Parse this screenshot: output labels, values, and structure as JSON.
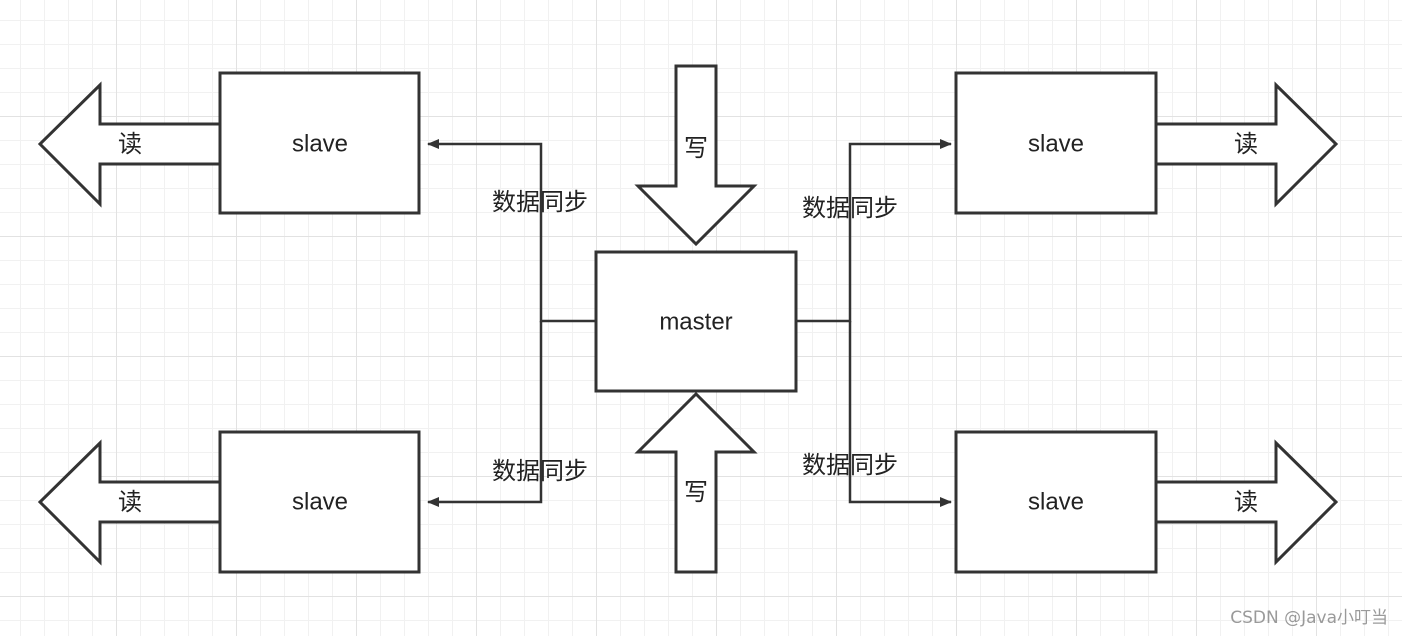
{
  "nodes": {
    "master": "master",
    "slave_top_left": "slave",
    "slave_bottom_left": "slave",
    "slave_top_right": "slave",
    "slave_bottom_right": "slave"
  },
  "edge_labels": {
    "sync_top_left": "数据同步",
    "sync_bottom_left": "数据同步",
    "sync_top_right": "数据同步",
    "sync_bottom_right": "数据同步"
  },
  "arrow_labels": {
    "read_top_left": "读",
    "read_bottom_left": "读",
    "read_top_right": "读",
    "read_bottom_right": "读",
    "write_top": "写",
    "write_bottom": "写"
  },
  "watermark": "CSDN @Java小叮当",
  "colors": {
    "stroke": "#333333",
    "grid": "#e2e2e2",
    "background": "#ffffff"
  }
}
